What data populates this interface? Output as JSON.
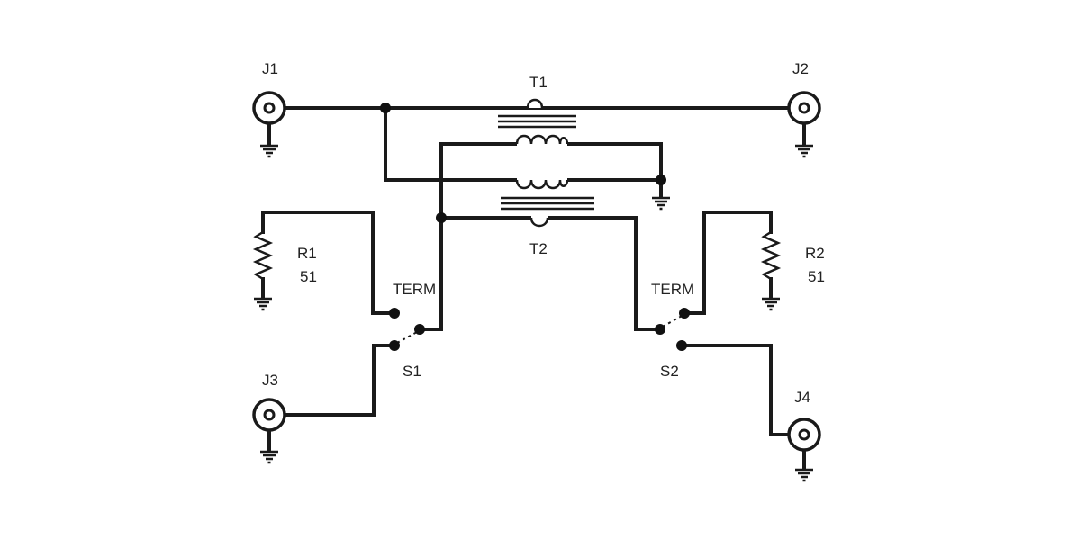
{
  "connectors": {
    "j1": "J1",
    "j2": "J2",
    "j3": "J3",
    "j4": "J4"
  },
  "transformers": {
    "t1": "T1",
    "t2": "T2"
  },
  "resistors": {
    "r1": {
      "ref": "R1",
      "value": "51"
    },
    "r2": {
      "ref": "R2",
      "value": "51"
    }
  },
  "switches": {
    "s1": {
      "ref": "S1",
      "term_label": "TERM"
    },
    "s2": {
      "ref": "S2",
      "term_label": "TERM"
    }
  },
  "colors": {
    "ink": "#1a1a1a",
    "background": "#ffffff"
  }
}
